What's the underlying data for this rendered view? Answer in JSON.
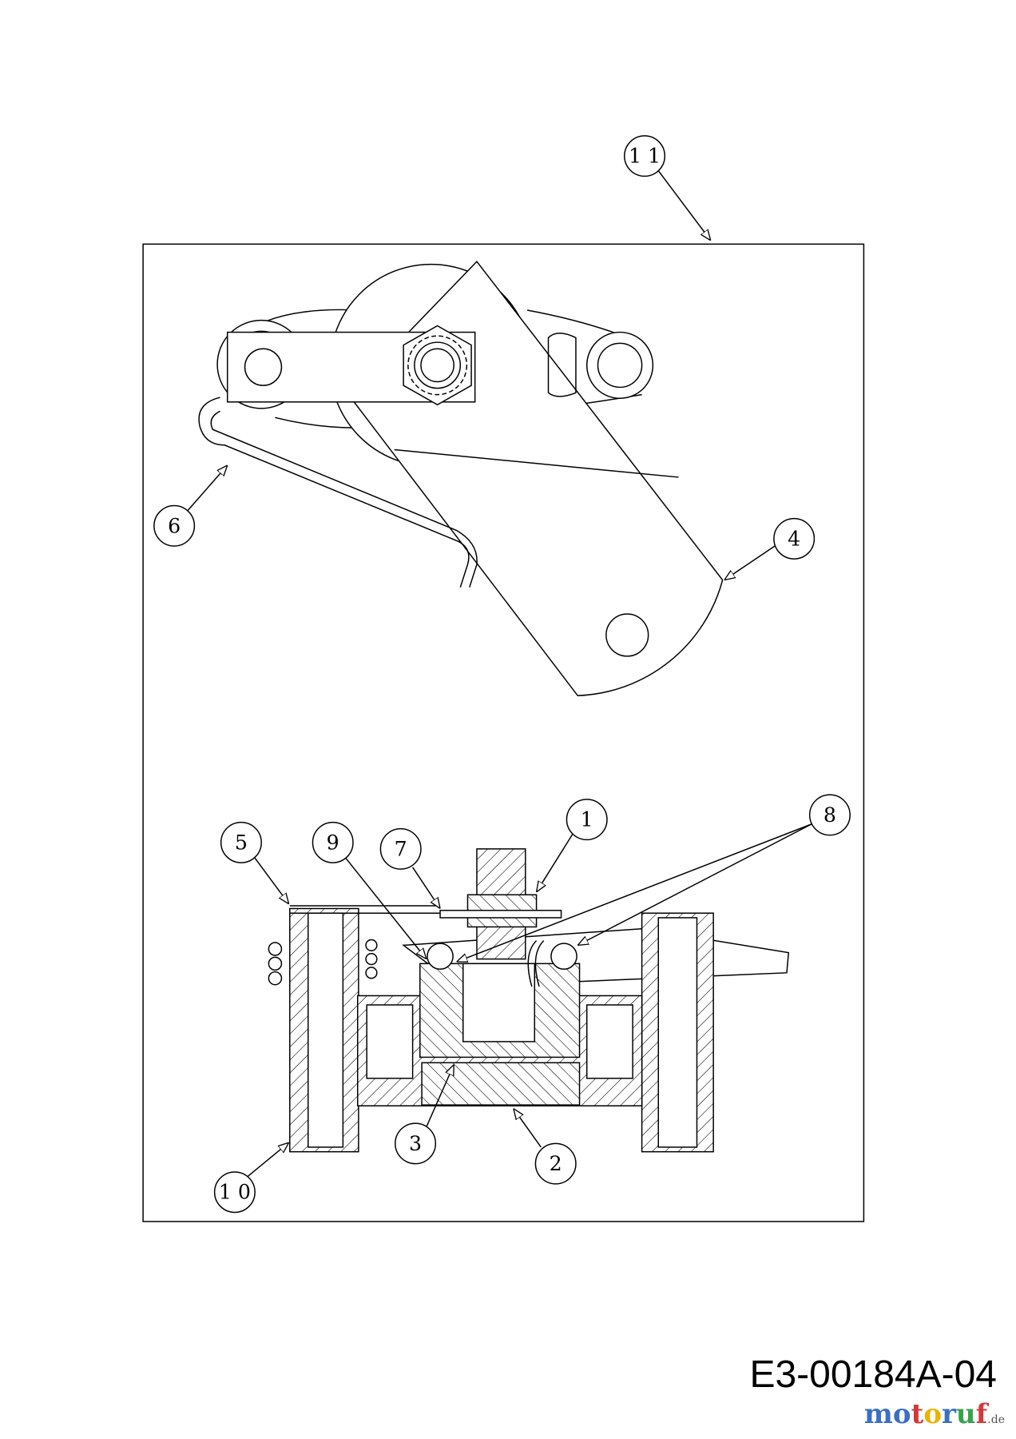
{
  "diagram": {
    "code": "E3-00184A-04",
    "watermark": {
      "text": "motoruf",
      "suffix": ".de",
      "letter_colors": [
        "#3b6fc4",
        "#3b6fc4",
        "#d23a3a",
        "#e9b400",
        "#3b6fc4",
        "#36a24a",
        "#d23a3a"
      ]
    },
    "callouts": [
      {
        "id": "c11",
        "label": "1 1"
      },
      {
        "id": "c6",
        "label": "6"
      },
      {
        "id": "c4",
        "label": "4"
      },
      {
        "id": "c5",
        "label": "5"
      },
      {
        "id": "c9",
        "label": "9"
      },
      {
        "id": "c7",
        "label": "7"
      },
      {
        "id": "c1",
        "label": "1"
      },
      {
        "id": "c8",
        "label": "8"
      },
      {
        "id": "c3",
        "label": "3"
      },
      {
        "id": "c2",
        "label": "2"
      },
      {
        "id": "c10",
        "label": "1 0"
      }
    ]
  }
}
